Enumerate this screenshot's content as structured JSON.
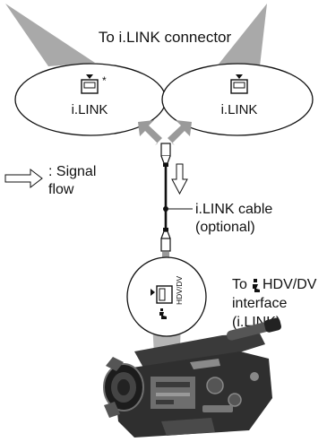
{
  "title": "To i.LINK connector",
  "left_port": {
    "label": "i.LINK",
    "footnote_mark": "*"
  },
  "right_port": {
    "label": "i.LINK"
  },
  "legend": {
    "line1": ": Signal",
    "line2": "flow"
  },
  "cable": {
    "line1": "i.LINK cable",
    "line2": "(optional)"
  },
  "camera_port": {
    "line1": "To",
    "line1b": "HDV/DV",
    "line2": "interface",
    "line3": "(i.LINK)",
    "jack_label": "HDV/DV"
  },
  "colors": {
    "pointer_gray": "#a9a9a9",
    "arrow_gray": "#9a9a9a",
    "camera_dark": "#2a2a2a",
    "camera_mid": "#6e6e6e"
  },
  "icons": [
    "ilink-connector-icon",
    "signal-flow-arrow-icon",
    "ilink-logo-icon",
    "camcorder-illustration"
  ]
}
